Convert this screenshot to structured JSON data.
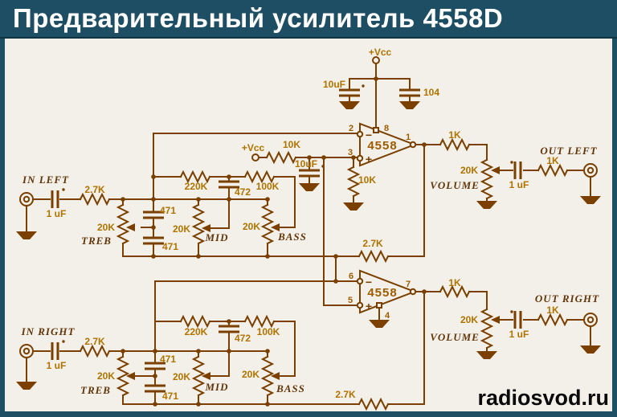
{
  "title": "Предварительный усилитель 4558D",
  "watermark": "radiosvod.ru",
  "ic": {
    "name": "4558",
    "pins": {
      "p1": "1",
      "p2": "2",
      "p3": "3",
      "p4": "4",
      "p5": "5",
      "p6": "6",
      "p7": "7",
      "p8": "8"
    },
    "inverting": "−",
    "noninverting": "+"
  },
  "power": {
    "vcc": "+Vcc",
    "decoupling_cap": "10uF",
    "bypass_cap": "104",
    "bias_res": "10K",
    "bias_cap": "10uF",
    "bias_gnd_res": "10K"
  },
  "channels": {
    "left": {
      "input": "IN LEFT",
      "output": "OUT LEFT"
    },
    "right": {
      "input": "IN RIGHT",
      "output": "OUT RIGHT"
    }
  },
  "values": {
    "in_cap": "1 uF",
    "in_res": "2.7K",
    "pot": "20K",
    "treb": "TREB",
    "mid": "MID",
    "bass": "BASS",
    "volume": "VOLUME",
    "c471": "471",
    "c472": "472",
    "r220k": "220K",
    "r100k": "100K",
    "fb_res": "2.7K",
    "out_res": "1K",
    "out_cap": "1 uF"
  },
  "colors": {
    "wire": "#7b3f00",
    "value_text": "#b17300",
    "name_text": "#63350a",
    "pin_text": "#a05c00",
    "title_bg": "#1d4e63",
    "paper": "#f2f0e8",
    "watermark": "#0a0a0a"
  }
}
